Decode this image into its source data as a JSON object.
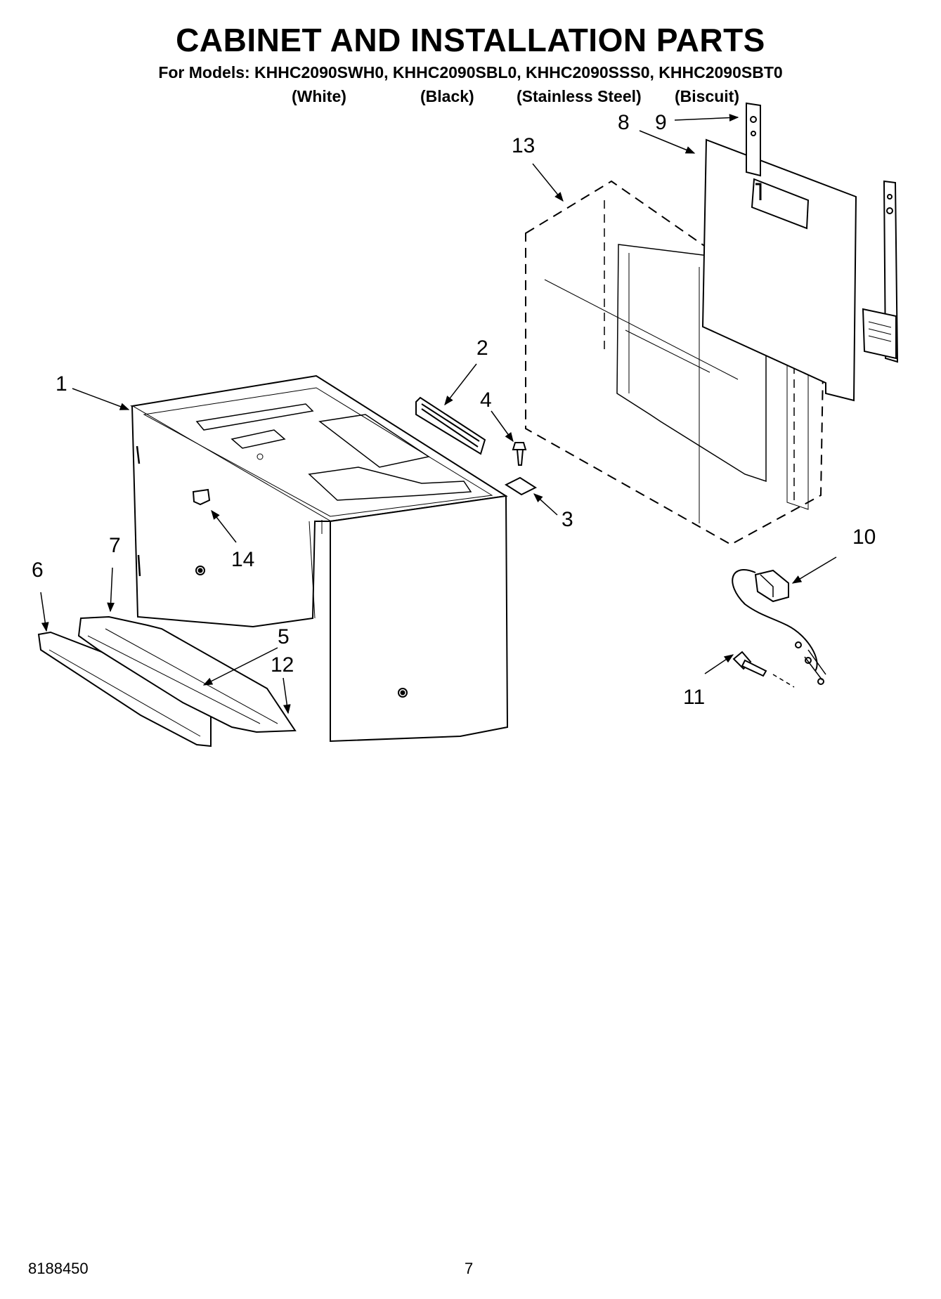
{
  "header": {
    "title": "CABINET AND INSTALLATION PARTS",
    "models_line": "For Models: KHHC2090SWH0, KHHC2090SBL0, KHHC2090SSS0, KHHC2090SBT0",
    "variants": [
      "(White)",
      "(Black)",
      "(Stainless Steel)",
      "(Biscuit)"
    ]
  },
  "callouts": [
    "1",
    "2",
    "3",
    "4",
    "5",
    "6",
    "7",
    "8",
    "9",
    "10",
    "11",
    "12",
    "13",
    "14"
  ],
  "footer": {
    "document_number": "8188450",
    "page_number": "7"
  }
}
